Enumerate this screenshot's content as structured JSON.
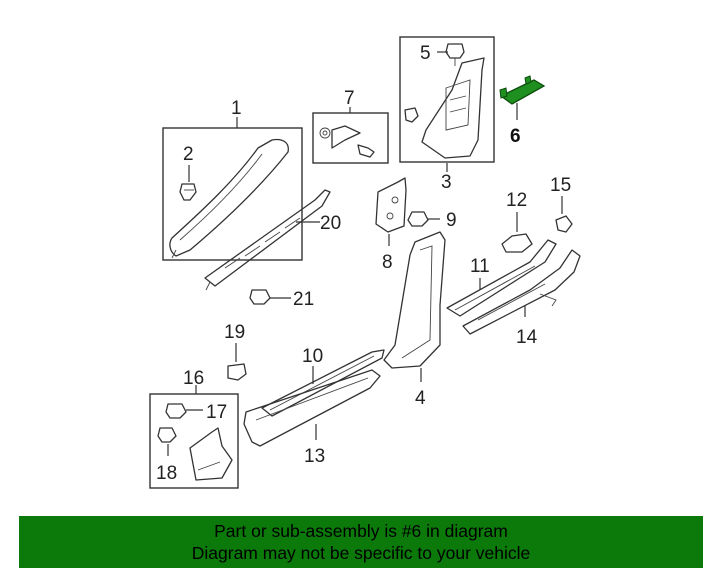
{
  "callouts": [
    {
      "id": "c1",
      "label": "1"
    },
    {
      "id": "c2",
      "label": "2"
    },
    {
      "id": "c3",
      "label": "3"
    },
    {
      "id": "c4",
      "label": "4"
    },
    {
      "id": "c5",
      "label": "5"
    },
    {
      "id": "c6",
      "label": "6",
      "highlighted": true
    },
    {
      "id": "c7",
      "label": "7"
    },
    {
      "id": "c8",
      "label": "8"
    },
    {
      "id": "c9",
      "label": "9"
    },
    {
      "id": "c10",
      "label": "10"
    },
    {
      "id": "c11",
      "label": "11"
    },
    {
      "id": "c12",
      "label": "12"
    },
    {
      "id": "c13",
      "label": "13"
    },
    {
      "id": "c14",
      "label": "14"
    },
    {
      "id": "c15",
      "label": "15"
    },
    {
      "id": "c16",
      "label": "16"
    },
    {
      "id": "c17",
      "label": "17"
    },
    {
      "id": "c18",
      "label": "18"
    },
    {
      "id": "c19",
      "label": "19"
    },
    {
      "id": "c20",
      "label": "20"
    },
    {
      "id": "c21",
      "label": "21"
    }
  ],
  "colors": {
    "highlight_part": "#1f8f1f",
    "banner_bg": "#0b7a0b",
    "line": "#333333"
  },
  "banner": {
    "line1": "Part or sub-assembly is #6 in diagram",
    "line2": "Diagram may not be specific to your vehicle"
  }
}
